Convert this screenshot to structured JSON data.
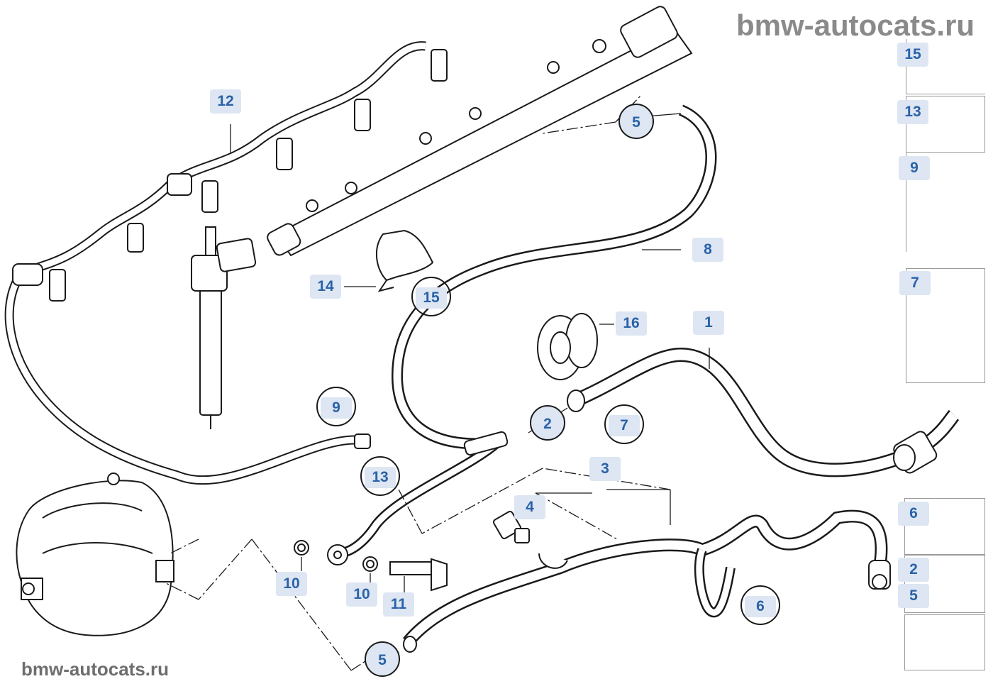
{
  "watermark": {
    "top": "bmw-autocats.ru",
    "bottom": "bmw-autocats.ru"
  },
  "callouts": {
    "c12": "12",
    "c5_top": "5",
    "c8": "8",
    "c14": "14",
    "c15_main": "15",
    "c16": "16",
    "c1": "1",
    "c9_main": "9",
    "c2_main": "2",
    "c7_main": "7",
    "c13_main": "13",
    "c3": "3",
    "c4": "4",
    "c10_a": "10",
    "c10_b": "10",
    "c11": "11",
    "c6_main": "6",
    "c5_bottom": "5"
  },
  "sidebar": {
    "items": [
      "15",
      "13",
      "9",
      "7",
      "6",
      "2",
      "5"
    ]
  },
  "colors": {
    "callout_text": "#2a62a8",
    "callout_bg": "#dde6f2",
    "line": "#1a1a1a",
    "watermark": "#8a8a8a"
  }
}
